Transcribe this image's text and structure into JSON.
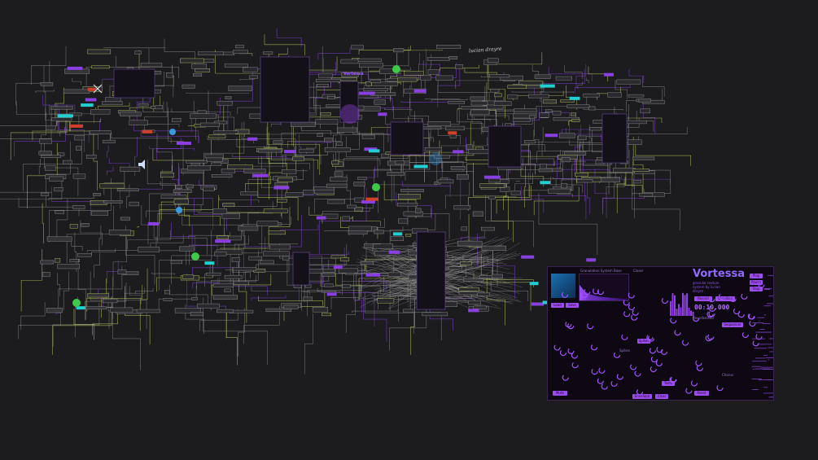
{
  "patcher": {
    "signature": "lucian drayre",
    "mini_title": "Vortessa",
    "accent_colors": {
      "background": "#1c1c1f",
      "cord": "#8a8a8a",
      "signal": "#c8d860",
      "purple": "#8a40e0",
      "cyan": "#20d0d0",
      "red": "#d0402a",
      "green": "#3fc84a",
      "blue": "#3a9ae0"
    }
  },
  "panel": {
    "title": "Vortessa",
    "subtitle": "granular texture system by lucian drayre",
    "header_left": "Granulation System Base",
    "header_right": "Closer",
    "timer": "00:10.000",
    "buttons": {
      "record": "Record",
      "overdub": "Overdub",
      "play": "Play",
      "stop": "Stop",
      "pause": "Pause",
      "load": "Load",
      "save": "Save",
      "reset": "Reset",
      "mute": "Mute",
      "envelope": "Envelope",
      "clear": "Clear",
      "sequencer": "Sequencer",
      "spikes": "Spikes",
      "texts": "Texts"
    },
    "section_labels": {
      "reverb": "Reverberator",
      "chorus": "Chorus",
      "spikes": "Spikes"
    }
  }
}
